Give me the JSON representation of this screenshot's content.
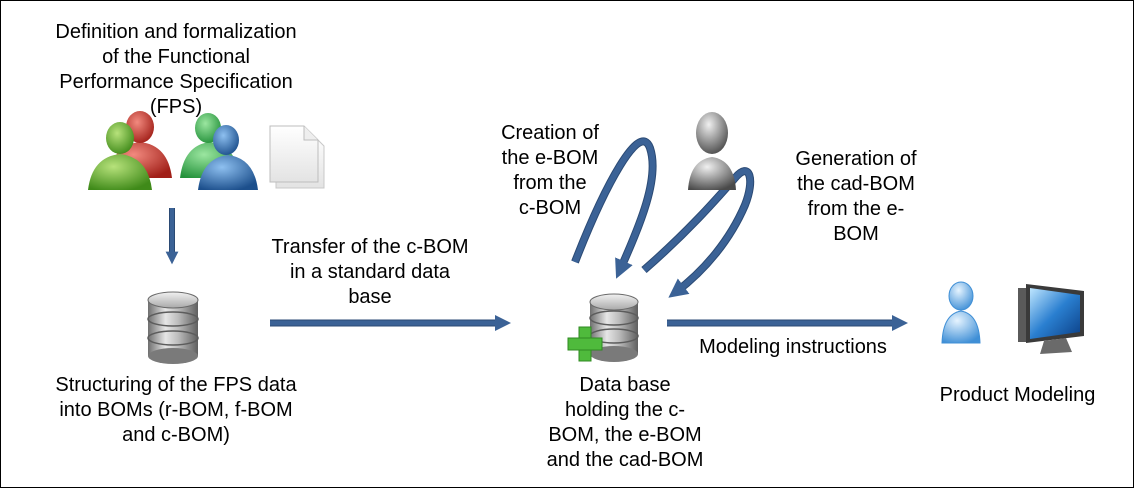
{
  "labels": {
    "fps_definition": "Definition and formalization\nof the Functional\nPerformance Specification\n(FPS)",
    "structuring": "Structuring of the FPS data\ninto BOMs (r-BOM, f-BOM\nand c-BOM)",
    "transfer": "Transfer of the c-BOM\nin a standard data\nbase",
    "creation": "Creation of\nthe e-BOM\nfrom the\nc-BOM",
    "generation": "Generation of\nthe cad-BOM\nfrom the e-\nBOM",
    "database": "Data base\nholding the c-\nBOM, the e-BOM\nand the cad-BOM",
    "modeling_instructions": "Modeling instructions",
    "product_modeling": "Product Modeling"
  },
  "icons": {
    "users_group": "user-group-icon",
    "document": "document-icon",
    "database": "database-icon",
    "database_add": "database-add-icon",
    "expert": "expert-user-icon",
    "designer": "designer-user-icon",
    "computer": "computer-monitor-icon"
  },
  "colors": {
    "arrow": "#3b6296",
    "arrow_edge": "#2b4a74",
    "user_green": "#5ea82c",
    "user_red": "#d4352b",
    "user_blue": "#2f6fb3",
    "user_gray": "#8a8a8a",
    "user_light_blue": "#6cb0e6",
    "plus_green": "#4fba3c"
  }
}
